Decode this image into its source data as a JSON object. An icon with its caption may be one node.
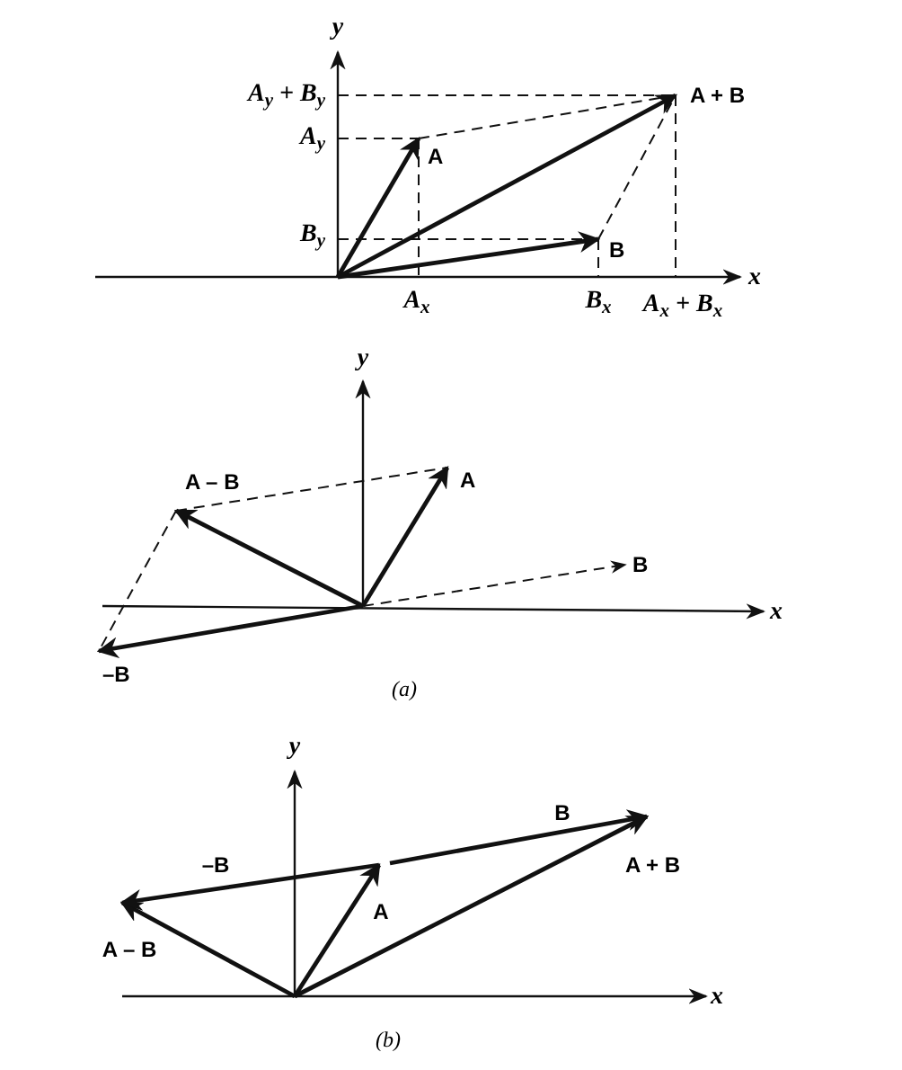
{
  "diagram": {
    "labels": [
      "y",
      "A$_{y}$ + B$_{y}$",
      "A + B",
      "A$_{y}$",
      "A",
      "B$_{y}$",
      "B",
      "A$_{x}$",
      "B$_{x}$",
      "A$_{x}$ + B$_{x}$",
      "x",
      "y",
      "A – B",
      "A",
      "B",
      "x",
      "–B",
      "(a)",
      "y",
      "B",
      "–B",
      "A + B",
      "A",
      "A – B",
      "x",
      "(b)"
    ]
  }
}
